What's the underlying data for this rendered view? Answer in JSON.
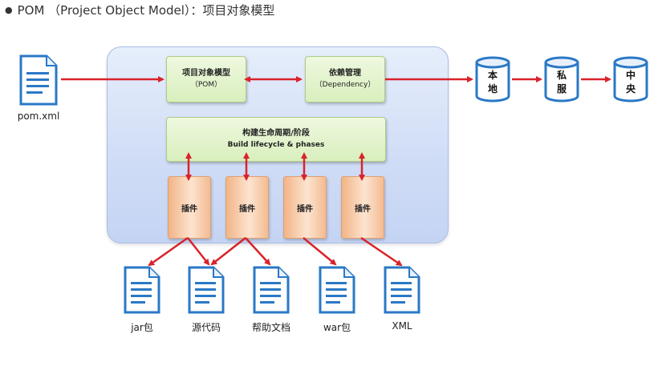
{
  "heading": {
    "bullet": "●",
    "text": "POM （Project Object Model）：项目对象模型"
  },
  "pom_file": {
    "label": "pom.xml",
    "icon": "document-icon"
  },
  "pom_box": {
    "title": "项目对象模型",
    "subtitle": "（POM）"
  },
  "dependency_box": {
    "title": "依赖管理",
    "subtitle": "（Dependency）"
  },
  "lifecycle_box": {
    "title": "构建生命周期/阶段",
    "subtitle": "Build lifecycle & phases"
  },
  "plugins": [
    {
      "label": "插件"
    },
    {
      "label": "插件"
    },
    {
      "label": "插件"
    },
    {
      "label": "插件"
    }
  ],
  "repositories": [
    {
      "chars": [
        "本",
        "地"
      ],
      "icon": "database-icon"
    },
    {
      "chars": [
        "私",
        "服"
      ],
      "icon": "database-icon"
    },
    {
      "chars": [
        "中",
        "央"
      ],
      "icon": "database-icon"
    }
  ],
  "outputs": [
    {
      "label": "jar包",
      "icon": "document-icon"
    },
    {
      "label": "源代码",
      "icon": "document-icon"
    },
    {
      "label": "帮助文档",
      "icon": "document-icon"
    },
    {
      "label": "war包",
      "icon": "document-icon"
    },
    {
      "label": "XML",
      "icon": "document-icon"
    }
  ],
  "colors": {
    "arrow": "#d9232a",
    "icon_blue": "#2a78c6",
    "panel_blue": "#cfdcf6",
    "box_green": "#d9efbd",
    "plugin_orange": "#f3bb92"
  }
}
